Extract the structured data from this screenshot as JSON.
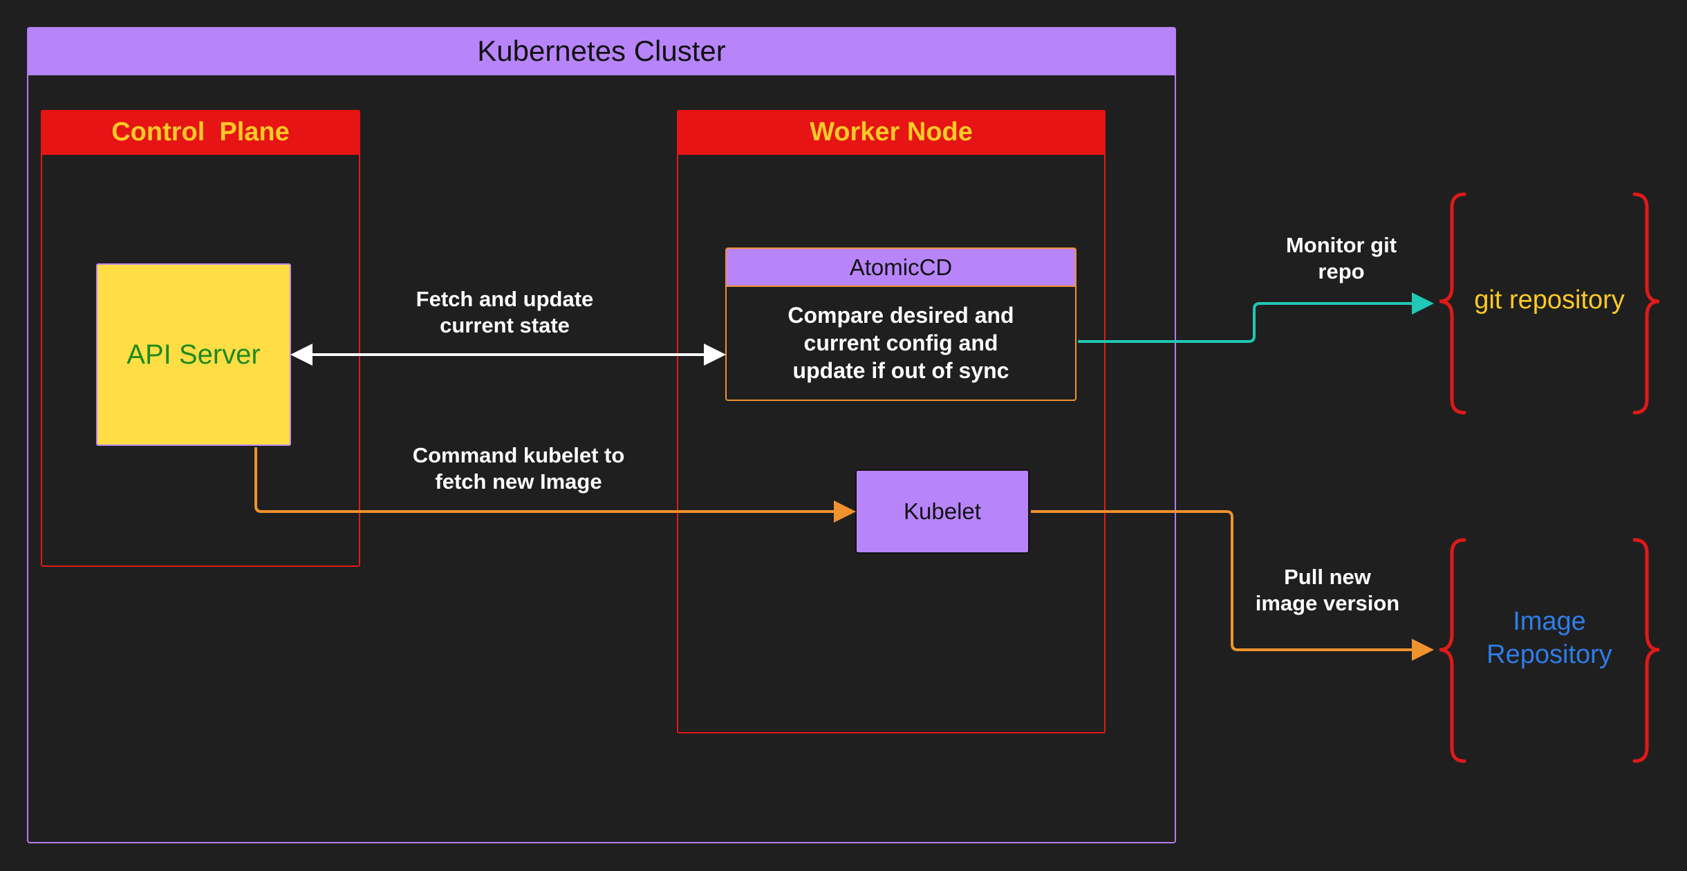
{
  "cluster": {
    "title": "Kubernetes Cluster"
  },
  "control_plane": {
    "title": "Control  Plane",
    "api_server": "API Server"
  },
  "worker_node": {
    "title": "Worker Node",
    "atomiccd": {
      "title": "AtomicCD",
      "description": "Compare desired and\ncurrent config and\nupdate if out of sync"
    },
    "kubelet": "Kubelet"
  },
  "edges": {
    "fetch_update": "Fetch and update\ncurrent state",
    "command_kubelet": "Command kubelet to\nfetch new Image",
    "monitor_git": "Monitor git\nrepo",
    "pull_image": "Pull new\nimage version"
  },
  "external": {
    "git_repository": "git repository",
    "image_repository": "Image\nRepository"
  },
  "colors": {
    "background": "#1f1f1f",
    "cluster": "#b884fa",
    "plane_header": "#e61414",
    "plane_title": "#fdca26",
    "api_server": "#ffde45",
    "api_server_text": "#1f8a1f",
    "arrow_orange": "#f0922e",
    "arrow_teal": "#1fc9b4",
    "git_repo_text": "#fdca26",
    "image_repo_text": "#2f7de8",
    "brace": "#e01919"
  }
}
